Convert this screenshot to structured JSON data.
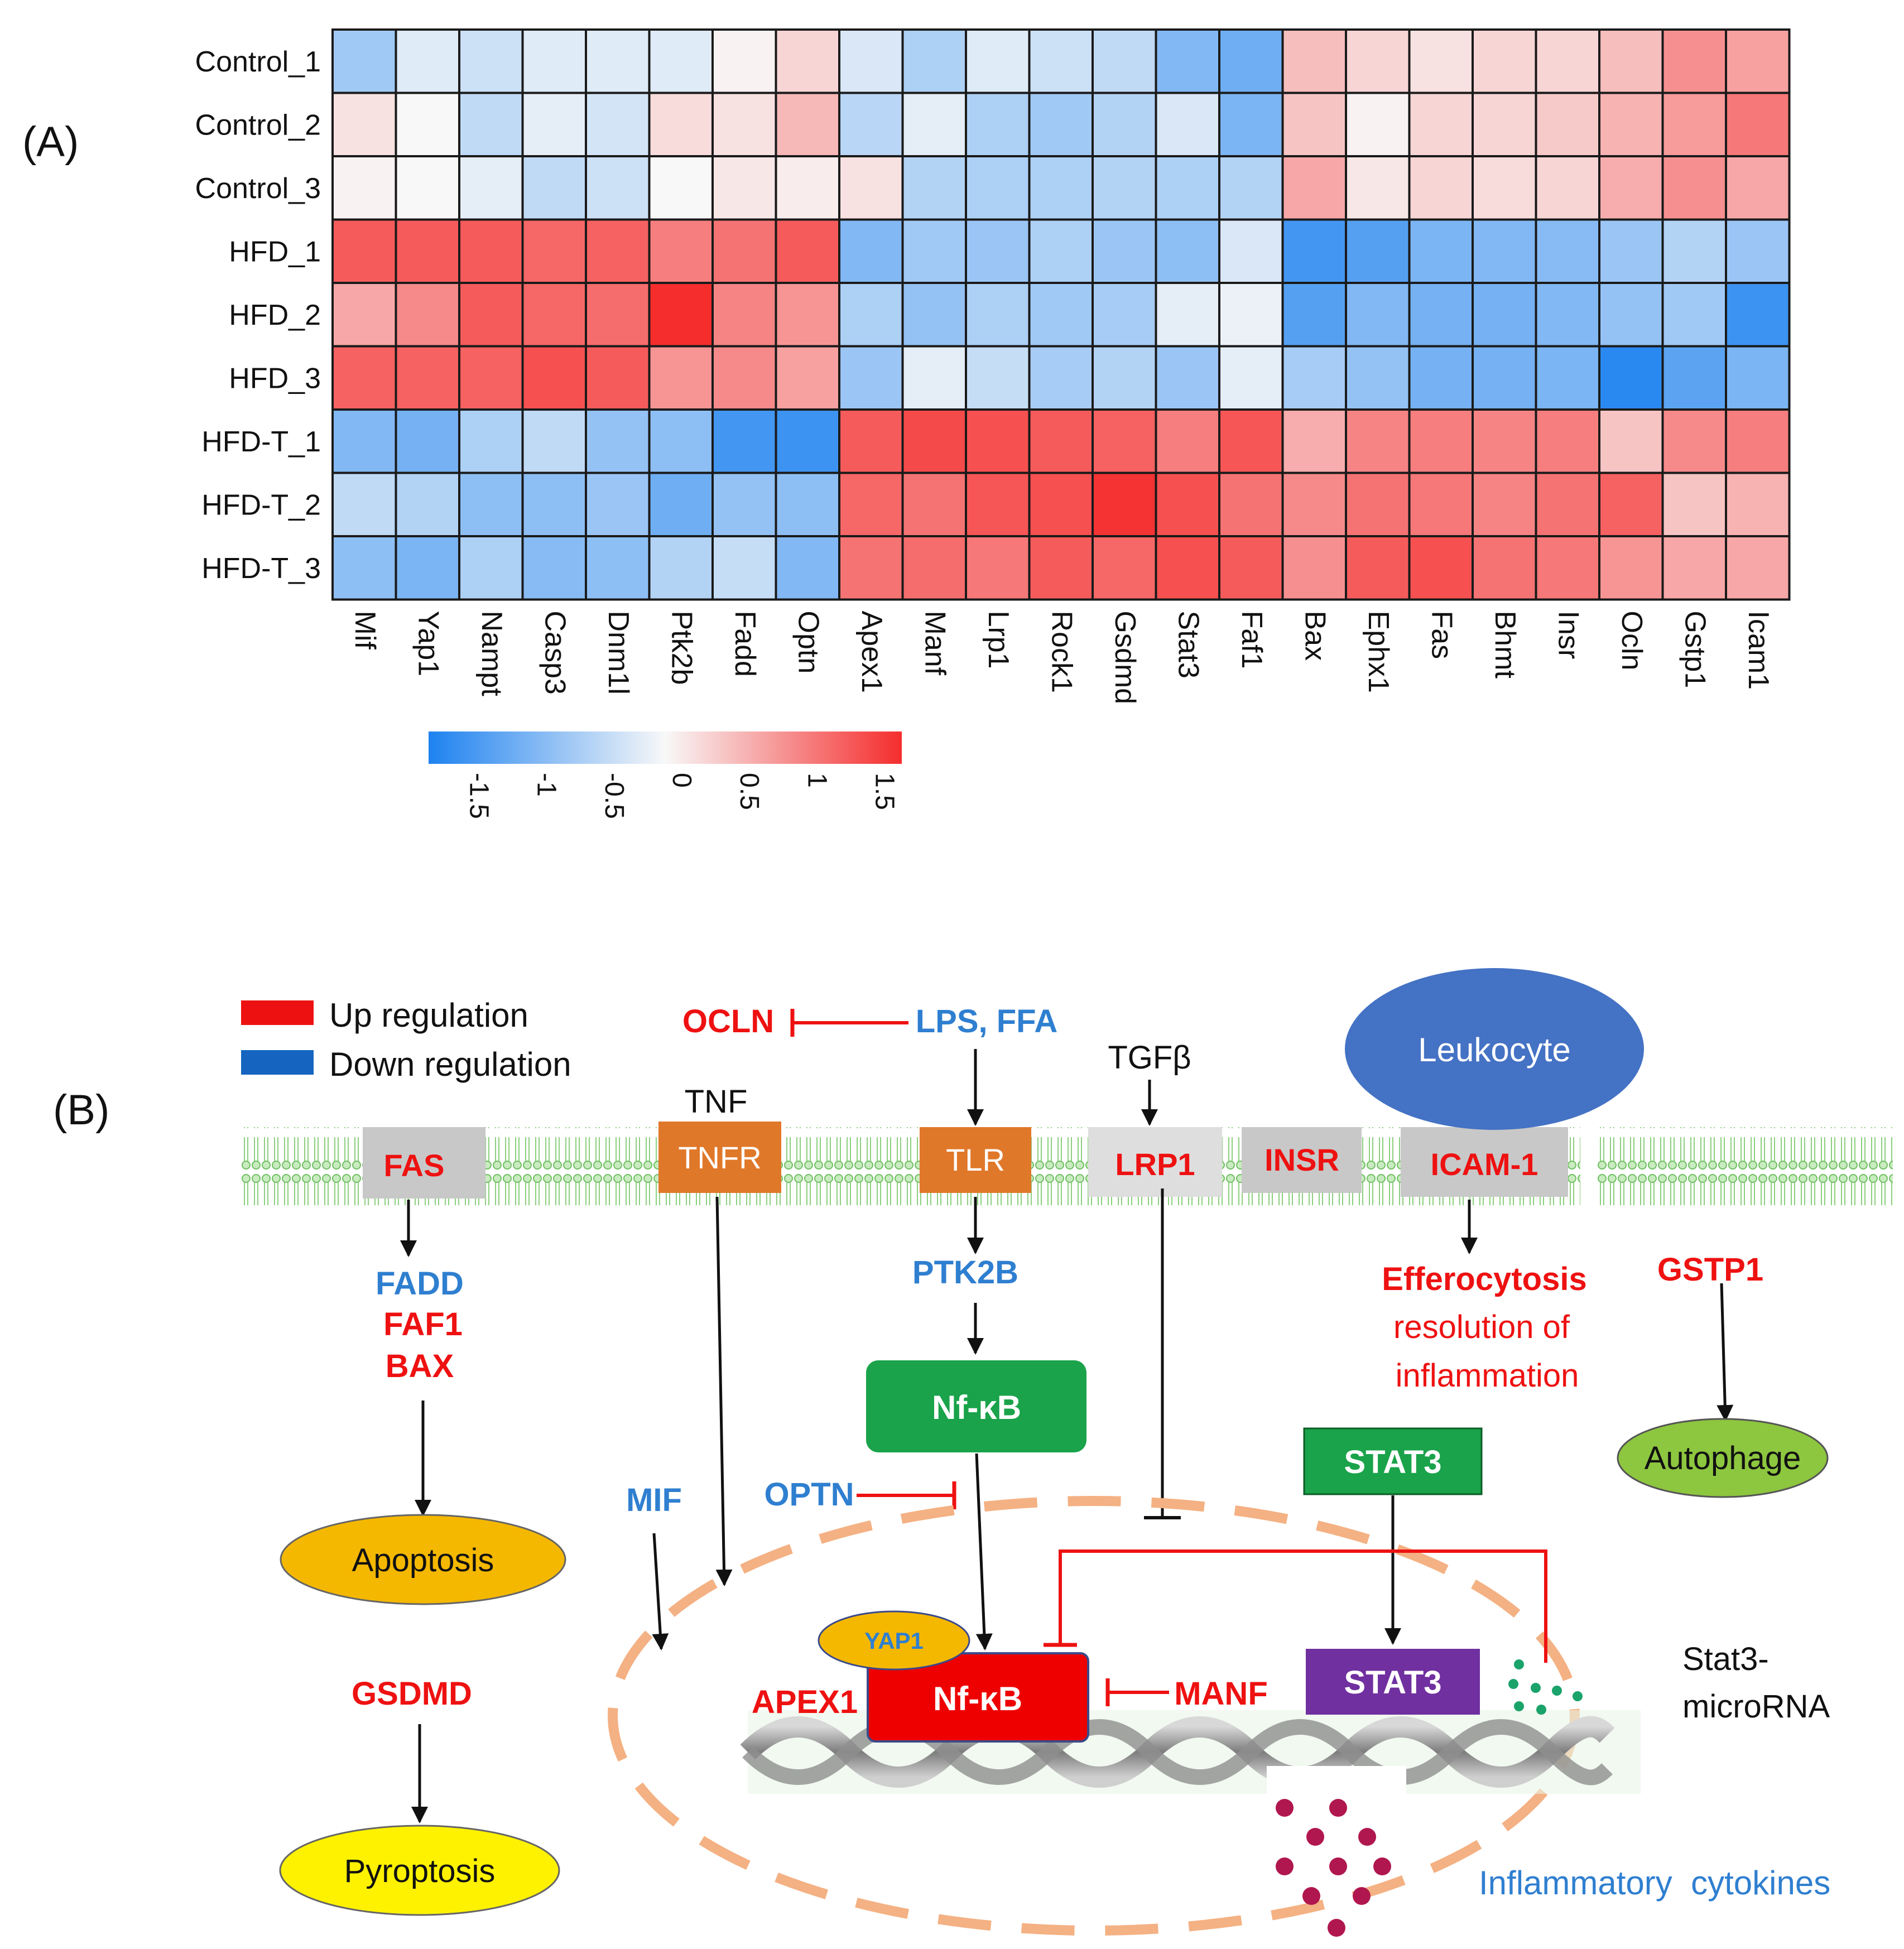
{
  "panel_a": {
    "label": "(A)",
    "rows": [
      "Control_1",
      "Control_2",
      "Control_3",
      "HFD_1",
      "HFD_2",
      "HFD_3",
      "HFD-T_1",
      "HFD-T_2",
      "HFD-T_3"
    ],
    "columns": [
      "Mif",
      "Yap1",
      "Nampt",
      "Casp3",
      "Dnm1l",
      "Ptk2b",
      "Fadd",
      "Optn",
      "Apex1",
      "Manf",
      "Lrp1",
      "Rock1",
      "Gsdmd",
      "Stat3",
      "Faf1",
      "Bax",
      "Ephx1",
      "Fas",
      "Bhmt",
      "Insr",
      "Ocln",
      "Gstp1",
      "Icam1"
    ],
    "values": [
      [
        -0.7,
        -0.2,
        -0.35,
        -0.2,
        -0.2,
        -0.2,
        0.05,
        0.3,
        -0.25,
        -0.6,
        -0.2,
        -0.35,
        -0.45,
        -0.95,
        -1.1,
        0.5,
        0.3,
        0.2,
        0.3,
        0.3,
        0.5,
        0.9,
        0.75
      ],
      [
        0.2,
        0,
        -0.45,
        -0.15,
        -0.3,
        0.25,
        0.2,
        0.55,
        -0.5,
        -0.15,
        -0.6,
        -0.7,
        -0.55,
        -0.25,
        -1.0,
        0.45,
        0.05,
        0.3,
        0.3,
        0.4,
        0.6,
        0.8,
        1.1
      ],
      [
        0.05,
        0,
        -0.15,
        -0.45,
        -0.35,
        0,
        0.15,
        0.1,
        0.2,
        -0.55,
        -0.6,
        -0.6,
        -0.55,
        -0.6,
        -0.55,
        0.7,
        0.15,
        0.3,
        0.25,
        0.3,
        0.65,
        0.9,
        0.7
      ],
      [
        1.35,
        1.35,
        1.35,
        1.25,
        1.3,
        1.05,
        1.15,
        1.35,
        -0.95,
        -0.7,
        -0.75,
        -0.6,
        -0.75,
        -0.85,
        -0.25,
        -1.45,
        -1.3,
        -1.0,
        -0.95,
        -0.9,
        -0.75,
        -0.55,
        -0.75
      ],
      [
        0.7,
        0.95,
        1.35,
        1.25,
        1.2,
        1.75,
        1.0,
        0.85,
        -0.6,
        -0.8,
        -0.6,
        -0.7,
        -0.65,
        -0.15,
        -0.1,
        -1.3,
        -0.95,
        -1.05,
        -1.05,
        -0.95,
        -0.8,
        -0.7,
        -1.5
      ],
      [
        1.3,
        1.3,
        1.3,
        1.45,
        1.35,
        0.85,
        0.95,
        0.75,
        -0.75,
        -0.15,
        -0.4,
        -0.65,
        -0.55,
        -0.75,
        -0.15,
        -0.65,
        -0.8,
        -1.05,
        -1.05,
        -1.0,
        -1.65,
        -1.25,
        -1.0
      ],
      [
        -0.95,
        -1.05,
        -0.6,
        -0.45,
        -0.8,
        -0.85,
        -1.45,
        -1.5,
        1.35,
        1.5,
        1.45,
        1.35,
        1.3,
        1.05,
        1.4,
        0.65,
        1.0,
        1.05,
        1.0,
        1.05,
        0.45,
        0.95,
        1.05
      ],
      [
        -0.45,
        -0.55,
        -0.85,
        -0.85,
        -0.75,
        -1.1,
        -0.8,
        -0.85,
        1.25,
        1.15,
        1.4,
        1.45,
        1.7,
        1.45,
        1.15,
        0.95,
        1.15,
        1.1,
        1.0,
        1.15,
        1.3,
        0.45,
        0.6
      ],
      [
        -0.85,
        -1.0,
        -0.6,
        -0.9,
        -0.85,
        -0.55,
        -0.4,
        -0.95,
        1.15,
        1.2,
        1.1,
        1.35,
        1.25,
        1.45,
        1.35,
        0.9,
        1.35,
        1.45,
        1.15,
        1.1,
        0.85,
        0.7,
        0.7
      ]
    ],
    "colorbar_ticks": [
      "-1.5",
      "-1",
      "-0.5",
      "0",
      "0.5",
      "1",
      "1.5"
    ],
    "colors": {
      "low": "#1E82F0",
      "mid": "#F8F8F8",
      "high": "#F52D2D"
    }
  },
  "panel_b": {
    "label": "(B)",
    "legend": {
      "up": "Up regulation",
      "down": "Down regulation",
      "up_color": "#EE1111",
      "down_color": "#1565C0"
    },
    "receptors": {
      "fas": "FAS",
      "tnfr": "TNFR",
      "tlr": "TLR",
      "lrp1": "LRP1",
      "insr": "INSR",
      "icam1": "ICAM-1"
    },
    "ligands": {
      "tnf": "TNF",
      "lps_ffa": "LPS, FFA",
      "ocln": "OCLN",
      "tgfb": "TGFβ"
    },
    "leukocyte": "Leukocyte",
    "fas_path": {
      "fadd": "FADD",
      "faf1": "FAF1",
      "bax": "BAX",
      "apoptosis": "Apoptosis",
      "gsdmd": "GSDMD",
      "pyroptosis": "Pyroptosis"
    },
    "tlr_path": {
      "ptk2b": "PTK2B",
      "nfkb_cyto": "Nf-κB",
      "optn": "OPTN",
      "mif": "MIF"
    },
    "icam_path": {
      "efferocytosis": "Efferocytosis",
      "resolution_1": "resolution of",
      "resolution_2": "inflammation",
      "gstp1": "GSTP1",
      "autophage": "Autophage"
    },
    "nucleus": {
      "stat3_cyto": "STAT3",
      "stat3_nuc": "STAT3",
      "nfkb_nuc": "Nf-κB",
      "yap1": "YAP1",
      "apex1": "APEX1",
      "manf": "MANF",
      "stat3_mirna_1": "Stat3-",
      "stat3_mirna_2": "microRNA",
      "cytokines": "Inflammatory  cytokines"
    },
    "node_colors": {
      "orange": "#E0782A",
      "gray": "#C8C8C8",
      "green": "#1AA34A",
      "purple": "#7030A0",
      "red": "#EE0000",
      "yellow_orange": "#F5B800",
      "yellow": "#FFF200",
      "lightgreen": "#8DC63F",
      "leukocyte": "#4472C4",
      "membrane": "#8CCF7E",
      "nucleus_border": "#F4B183",
      "cytokine_dot": "#B0174E",
      "mirna_dot": "#1AA36A"
    }
  }
}
